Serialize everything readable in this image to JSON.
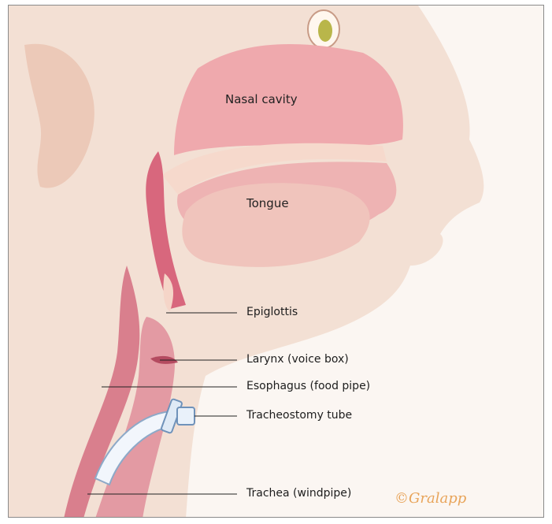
{
  "labels": {
    "nasal_cavity": "Nasal cavity",
    "tongue": "Tongue",
    "epiglottis": "Epiglottis",
    "larynx": "Larynx (voice box)",
    "esophagus": "Esophagus (food pipe)",
    "tracheostomy_tube": "Tracheostomy tube",
    "trachea": "Trachea (windpipe)"
  },
  "signature": "©Gralapp",
  "colors": {
    "skin": "#f4e1d6",
    "skin_shadow": "#e8cbbb",
    "airway": "#e9a2a8",
    "airway_dark": "#c6506a",
    "tube": "#eef4fb",
    "leader": "#222222"
  }
}
